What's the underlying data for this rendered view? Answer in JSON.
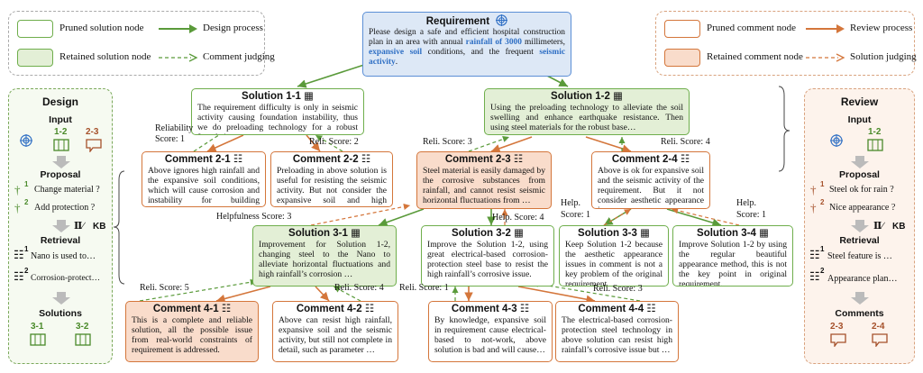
{
  "legend_left": {
    "pruned_solution": "Pruned solution node",
    "retained_solution": "Retained solution node",
    "design_process": "Design process",
    "comment_judging": "Comment judging"
  },
  "legend_right": {
    "pruned_comment": "Pruned comment node",
    "retained_comment": "Retained comment node",
    "review_process": "Review process",
    "solution_judging": "Solution judging"
  },
  "requirement": {
    "title": "Requirement",
    "text_a": "Please design a safe and efficient hospital construction plan in an area with annual ",
    "hl_1": "rainfall of 3000",
    "text_b": " millimeters, ",
    "hl_2": "expansive soil",
    "text_c": " conditions, and the frequent ",
    "hl_3": "seismic activity",
    "text_d": "."
  },
  "solutions": {
    "s11": {
      "title": "Solution 1-1",
      "text": "The requirement difficulty is only in seismic activity causing foundation instability, thus we do preloading technology for a robust foundation, …"
    },
    "s12": {
      "title": "Solution 1-2",
      "text": "Using the preloading technology to alleviate the soil swelling and enhance earthquake resistance. Then using steel materials for the robust base…"
    },
    "s31": {
      "title": "Solution 3-1",
      "text": "Improvement for Solution 1-2, changing steel to the Nano to alleviate horizontal fluctuations and high rainfall’s corrosion …"
    },
    "s32": {
      "title": "Solution 3-2",
      "text": "Improve the Solution 1-2, using great electrical-based corrosion-protection steel base to resist the high rainfall’s corrosive issue."
    },
    "s33": {
      "title": "Solution 3-3",
      "text": "Keep Solution 1-2 because the aesthetic appearance issues in comment is not a key problem of the original requirement."
    },
    "s34": {
      "title": "Solution 3-4",
      "text": "Improve Solution 1-2 by using the regular beautiful appearance method, this is not the key point in original requirement."
    }
  },
  "comments": {
    "c21": {
      "title": "Comment 2-1",
      "text": "Above ignores high rainfall and the expansive soil conditions, which will cause corrosion and instability for building structure."
    },
    "c22": {
      "title": "Comment 2-2",
      "text": "Preloading in above solution is useful for resisting the seismic activity. But not consider the expansive soil and high rainfall."
    },
    "c23": {
      "title": "Comment 2-3",
      "text": "Steel material is easily damaged by the corrosive substances from rainfall, and cannot resist seismic horizontal fluctuations from …"
    },
    "c24": {
      "title": "Comment 2-4",
      "text": "Above is ok for expansive soil and the seismic activity of the requirement. But it not consider aesthetic appearance issue, …"
    },
    "c41": {
      "title": "Comment 4-1",
      "text": "This is a complete and reliable solution, all the possible issue from real-world constraints of requirement is addressed."
    },
    "c42": {
      "title": "Comment 4-2",
      "text": "Above can resist high rainfall, expansive soil and the seismic activity, but still not complete in detail, such as parameter …"
    },
    "c43": {
      "title": "Comment 4-3",
      "text": "By knowledge, expansive soil in requirement cause electrical-based to not-work, above solution is bad and will cause…"
    },
    "c44": {
      "title": "Comment 4-4",
      "text": "The electrical-based corrosion-protection steel technology in above solution can resist high rainfall’s corrosive issue but …"
    }
  },
  "scores": {
    "reliability": "Reliability",
    "score1": "Score: 1",
    "reli2": "Reli. Score: 2",
    "reli3": "Reli. Score: 3",
    "reli4": "Reli. Score: 4",
    "help3": "Helpfulness Score: 3",
    "help4": "Help. Score: 4",
    "help_a": "Help.",
    "score1b": "Score: 1",
    "help_b": "Help.",
    "score1c": "Score: 1",
    "reli5": "Reli. Score: 5",
    "reli4b": "Reli. Score: 4",
    "reli1": "Reli. Score: 1",
    "reli3b": "Reli. Score: 3"
  },
  "design_panel": {
    "title": "Design",
    "input": "Input",
    "in1": "1-2",
    "in2": "2-3",
    "proposal": "Proposal",
    "p1": "Change material ?",
    "p2": "Add protection ?",
    "kb": "KB",
    "retrieval": "Retrieval",
    "r1": "Nano is used to…",
    "r2": "Corrosion-protect…",
    "solutions": "Solutions",
    "o1": "3-1",
    "o2": "3-2",
    "n1": "1",
    "n2": "2"
  },
  "review_panel": {
    "title": "Review",
    "input": "Input",
    "in1": "1-2",
    "proposal": "Proposal",
    "p1": "Steel ok for rain ?",
    "p2": "Nice appearance ?",
    "kb": "KB",
    "retrieval": "Retrieval",
    "r1": "Steel feature is …",
    "r2": "Appearance plan…",
    "comments": "Comments",
    "o1": "2-3",
    "o2": "2-4",
    "n1": "1",
    "n2": "2"
  },
  "colors": {
    "green": "#6fae4c",
    "green_fill": "#e3efd6",
    "orange": "#d4763b",
    "orange_fill": "#f9dccb",
    "blue": "#2f6fc4",
    "req_fill": "#dde8f6"
  }
}
